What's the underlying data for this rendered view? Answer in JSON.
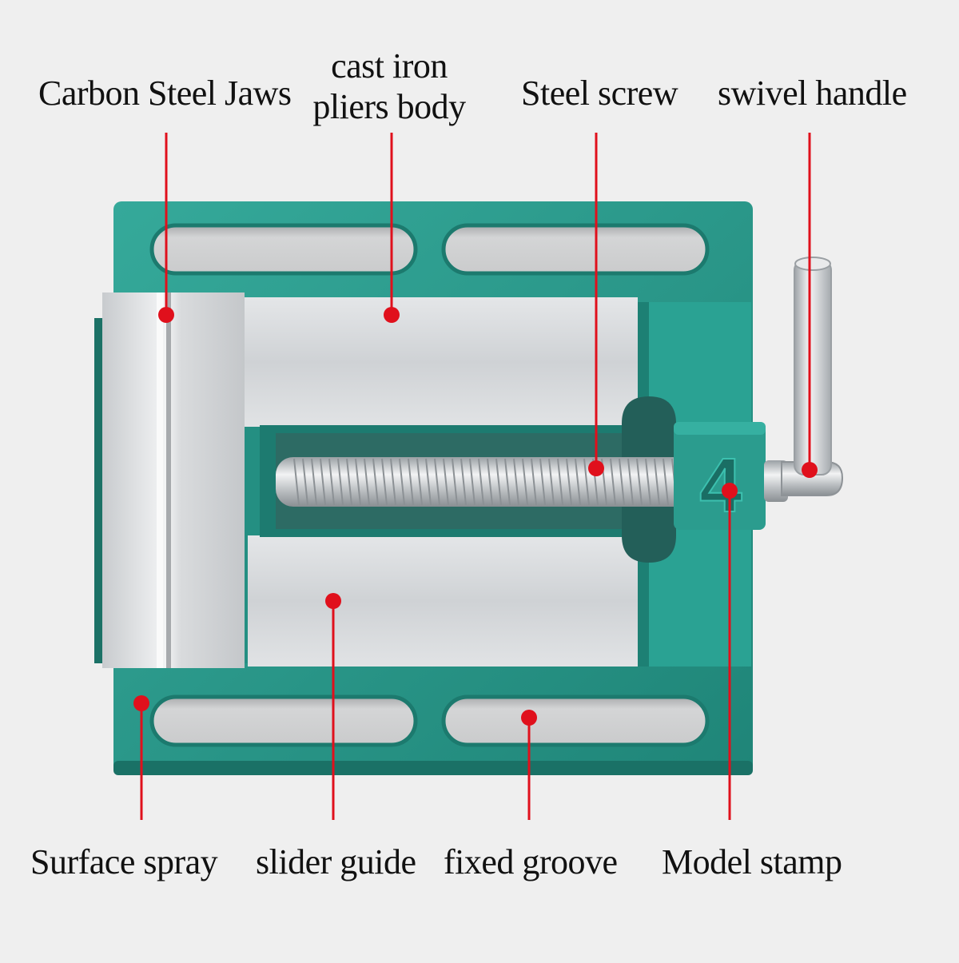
{
  "labels": {
    "carbon_steel_jaws": "Carbon Steel Jaws",
    "cast_iron_line1": "cast iron",
    "cast_iron_line2": "pliers body",
    "steel_screw": "Steel screw",
    "swivel_handle": "swivel handle",
    "surface_spray": "Surface spray",
    "slider_guide": "slider guide",
    "fixed_groove": "fixed groove",
    "model_stamp": "Model stamp"
  },
  "stamp_text": "4",
  "colors": {
    "background": "#efefef",
    "body_teal": "#2a9a8c",
    "body_teal_dark": "#1e7d72",
    "steel": "#d6d8da",
    "steel_dark": "#a9adb1",
    "slot": "#c8c8c8",
    "pointer_red": "#e0101c"
  }
}
